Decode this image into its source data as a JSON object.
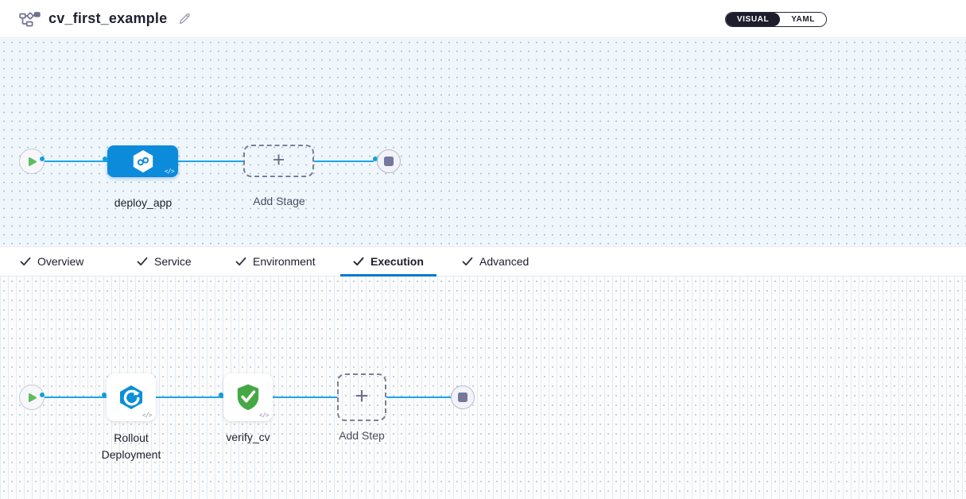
{
  "header": {
    "title": "cv_first_example"
  },
  "view_toggle": {
    "visual_label": "VISUAL",
    "yaml_label": "YAML",
    "active": "VISUAL"
  },
  "icons": {
    "code_glyph": "</>",
    "plus_glyph": "+"
  },
  "stage_canvas": {
    "stage_label": "deploy_app",
    "add_stage_label": "Add Stage"
  },
  "tabs": [
    {
      "label": "Overview",
      "completed": true,
      "active": false
    },
    {
      "label": "Service",
      "completed": true,
      "active": false
    },
    {
      "label": "Environment",
      "completed": true,
      "active": false
    },
    {
      "label": "Execution",
      "completed": true,
      "active": true
    },
    {
      "label": "Advanced",
      "completed": true,
      "active": false
    }
  ],
  "execution_canvas": {
    "step1_label": "Rollout Deployment",
    "step2_label": "verify_cv",
    "add_step_label": "Add Step"
  },
  "colors": {
    "flow_line": "#1da6e8",
    "stage_node_blue": "#0d8bdb",
    "verify_green": "#45a845",
    "play_green": "#5cbe5c",
    "active_tab_underline": "#0278d5",
    "toggle_active_bg": "#1d1d2c"
  }
}
